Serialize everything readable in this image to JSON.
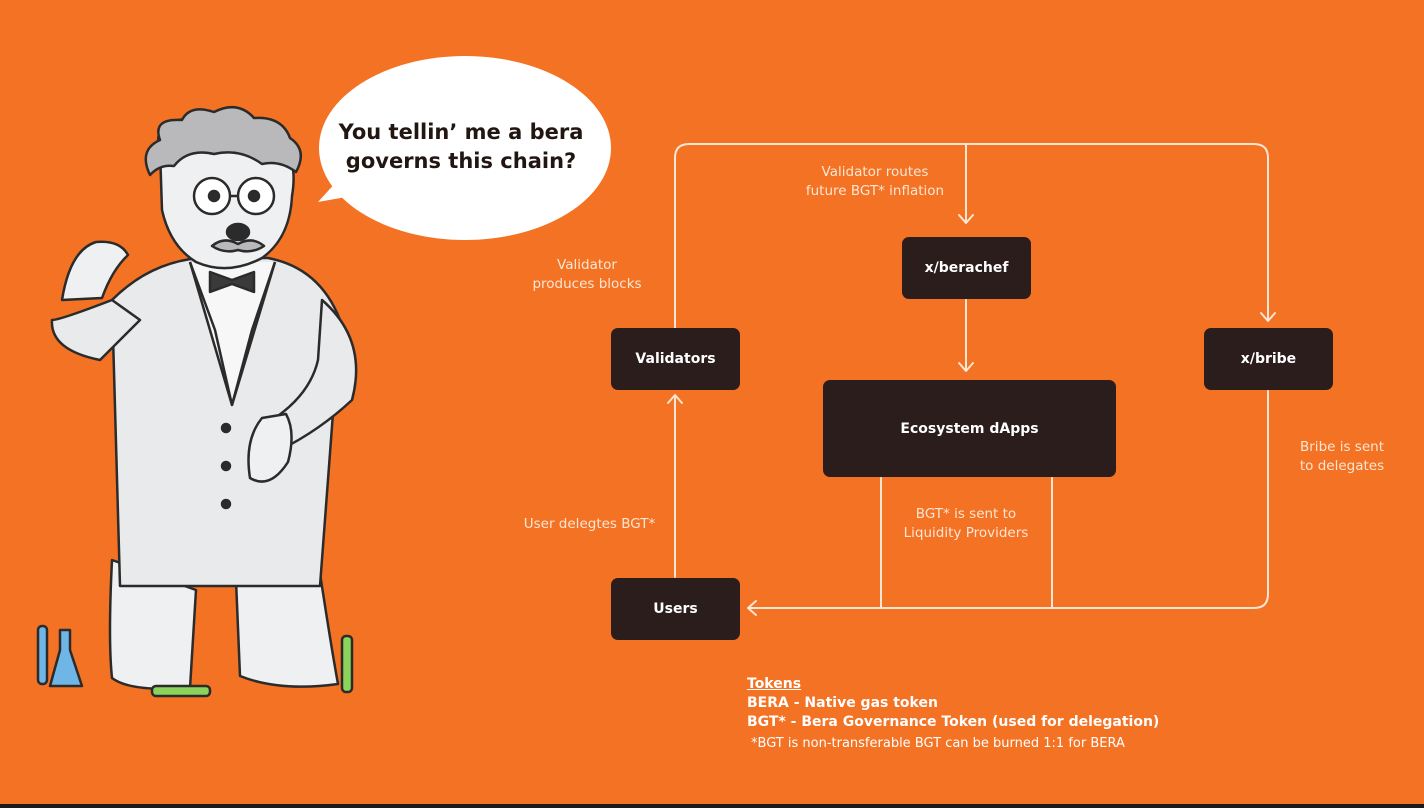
{
  "speech_bubble": {
    "line1": "You tellin’ me a bera",
    "line2": "governs this chain?"
  },
  "nodes": {
    "validators": "Validators",
    "berachef": "x/berachef",
    "bribe": "x/bribe",
    "ecosystem": "Ecosystem dApps",
    "users": "Users"
  },
  "labels": {
    "validator_routes_1": "Validator routes",
    "validator_routes_2": "future BGT* inflation",
    "produces_blocks_1": "Validator",
    "produces_blocks_2": "produces blocks",
    "user_delegates": "User delegtes BGT*",
    "bgt_sent_1": "BGT* is sent to",
    "bgt_sent_2": "Liquidity Providers",
    "bribe_sent_1": "Bribe is sent",
    "bribe_sent_2": "to delegates"
  },
  "legend": {
    "heading": "Tokens",
    "bera": "BERA - Native gas token",
    "bgt": "BGT* - Bera Governance Token (used for delegation)",
    "note": "*BGT is non-transferable BGT can be burned 1:1 for BERA"
  },
  "colors": {
    "background": "#f37224",
    "node_fill": "#2a1d1b",
    "line": "#fde6d4"
  }
}
